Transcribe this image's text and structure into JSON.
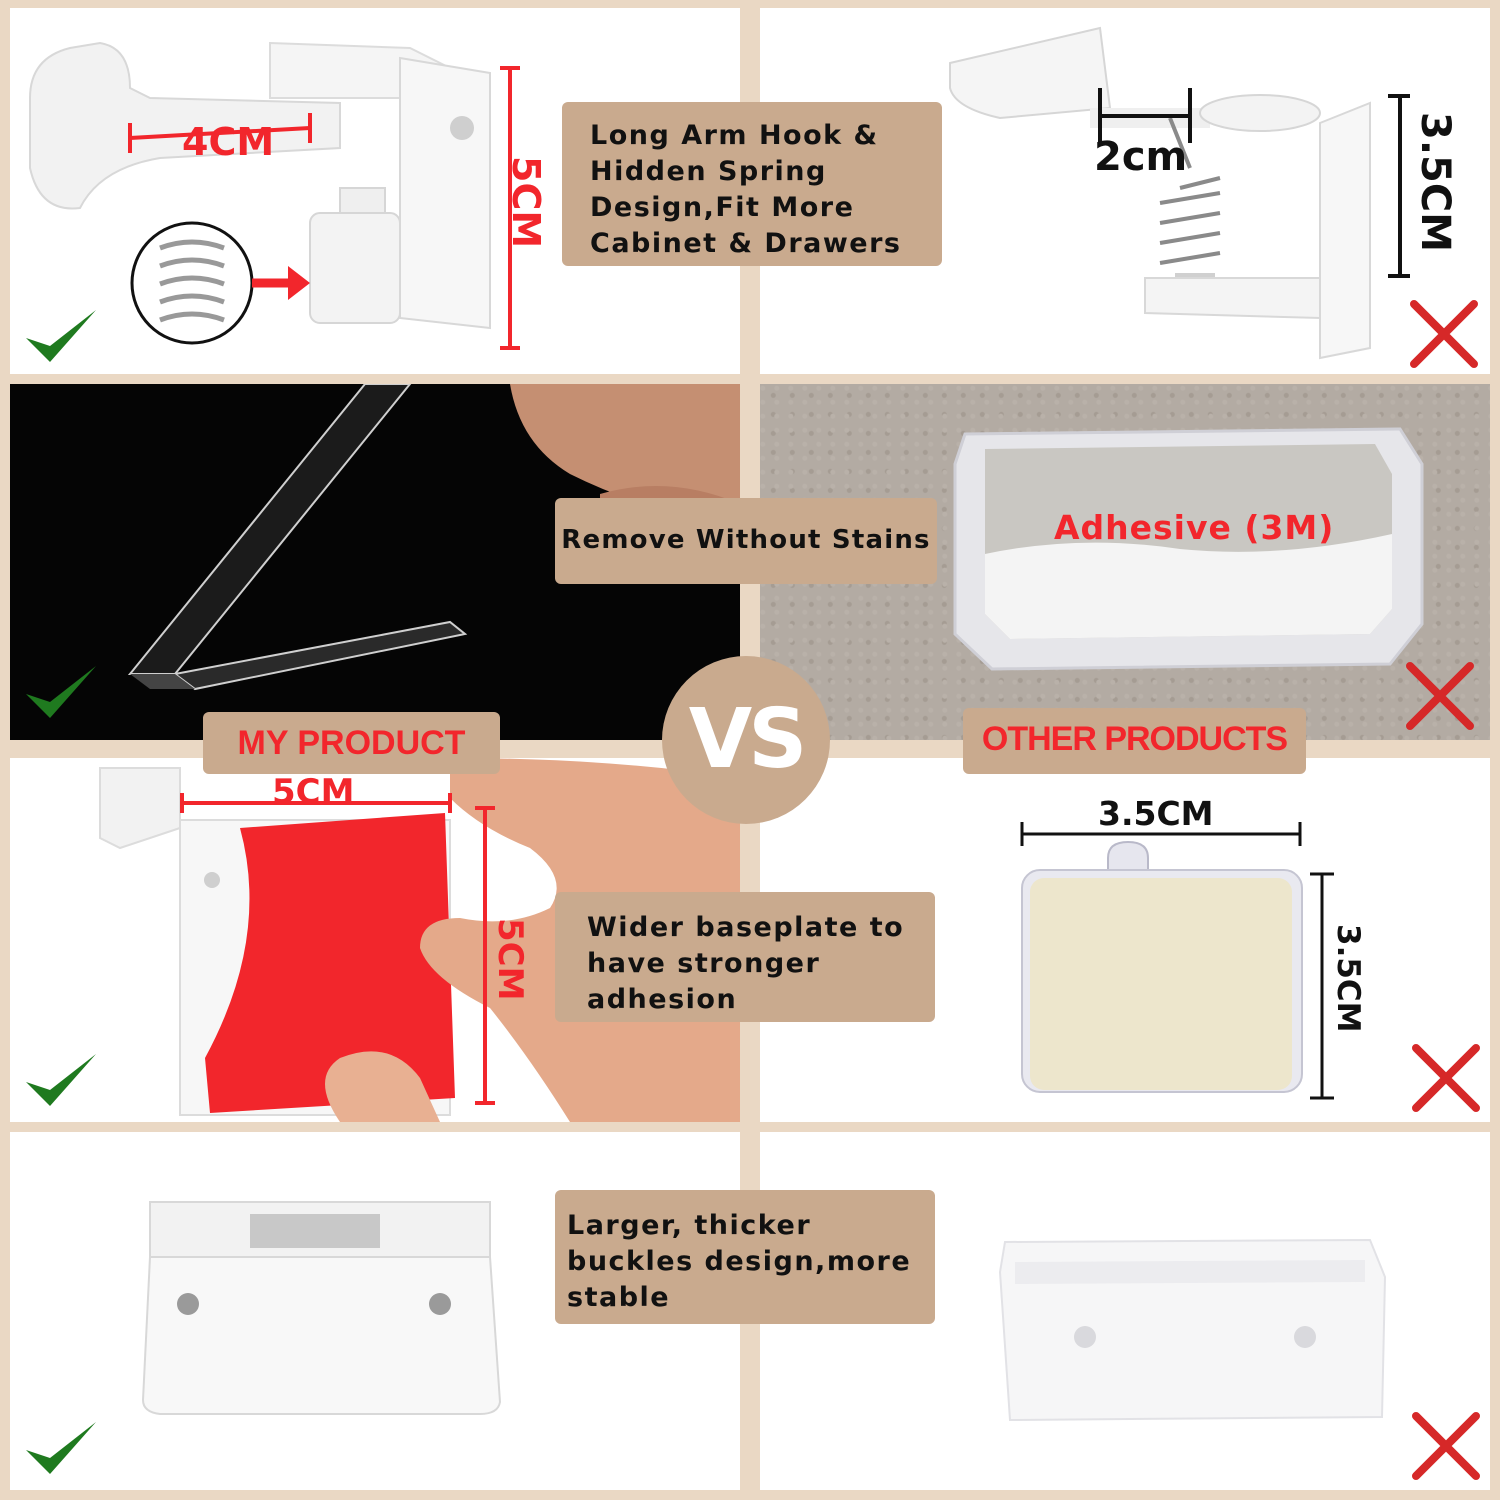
{
  "rows": {
    "hook": {
      "feature_text": "Long Arm Hook & Hidden Spring Design,Fit More Cabinet & Drawers",
      "left": {
        "width_dim": "4CM",
        "height_dim": "5CM",
        "verdict": "check"
      },
      "right": {
        "width_dim": "2cm",
        "height_dim": "3.5CM",
        "verdict": "cross"
      }
    },
    "adhesive": {
      "feature_text": "Remove Without Stains",
      "left": {
        "verdict": "check"
      },
      "right": {
        "material_label": "Adhesive (3M)",
        "verdict": "cross"
      }
    },
    "baseplate": {
      "feature_text": "Wider baseplate to have stronger adhesion",
      "left": {
        "width_dim": "5CM",
        "height_dim": "5CM",
        "verdict": "check"
      },
      "right": {
        "width_dim": "3.5CM",
        "height_dim": "3.5CM",
        "verdict": "cross"
      }
    },
    "buckle": {
      "feature_text": "Larger, thicker buckles design,more stable",
      "left": {
        "verdict": "check"
      },
      "right": {
        "verdict": "cross"
      }
    }
  },
  "comparison": {
    "left_title": "MY PRODUCT",
    "right_title": "OTHER PRODUCTS",
    "vs_text": "VS"
  },
  "colors": {
    "frame": "#ead8c4",
    "label_bg": "#c9aa8e",
    "accent_red": "#f2262c",
    "check_green": "#1f7a1f"
  },
  "icons": {
    "check": "check-icon",
    "cross": "cross-icon"
  }
}
